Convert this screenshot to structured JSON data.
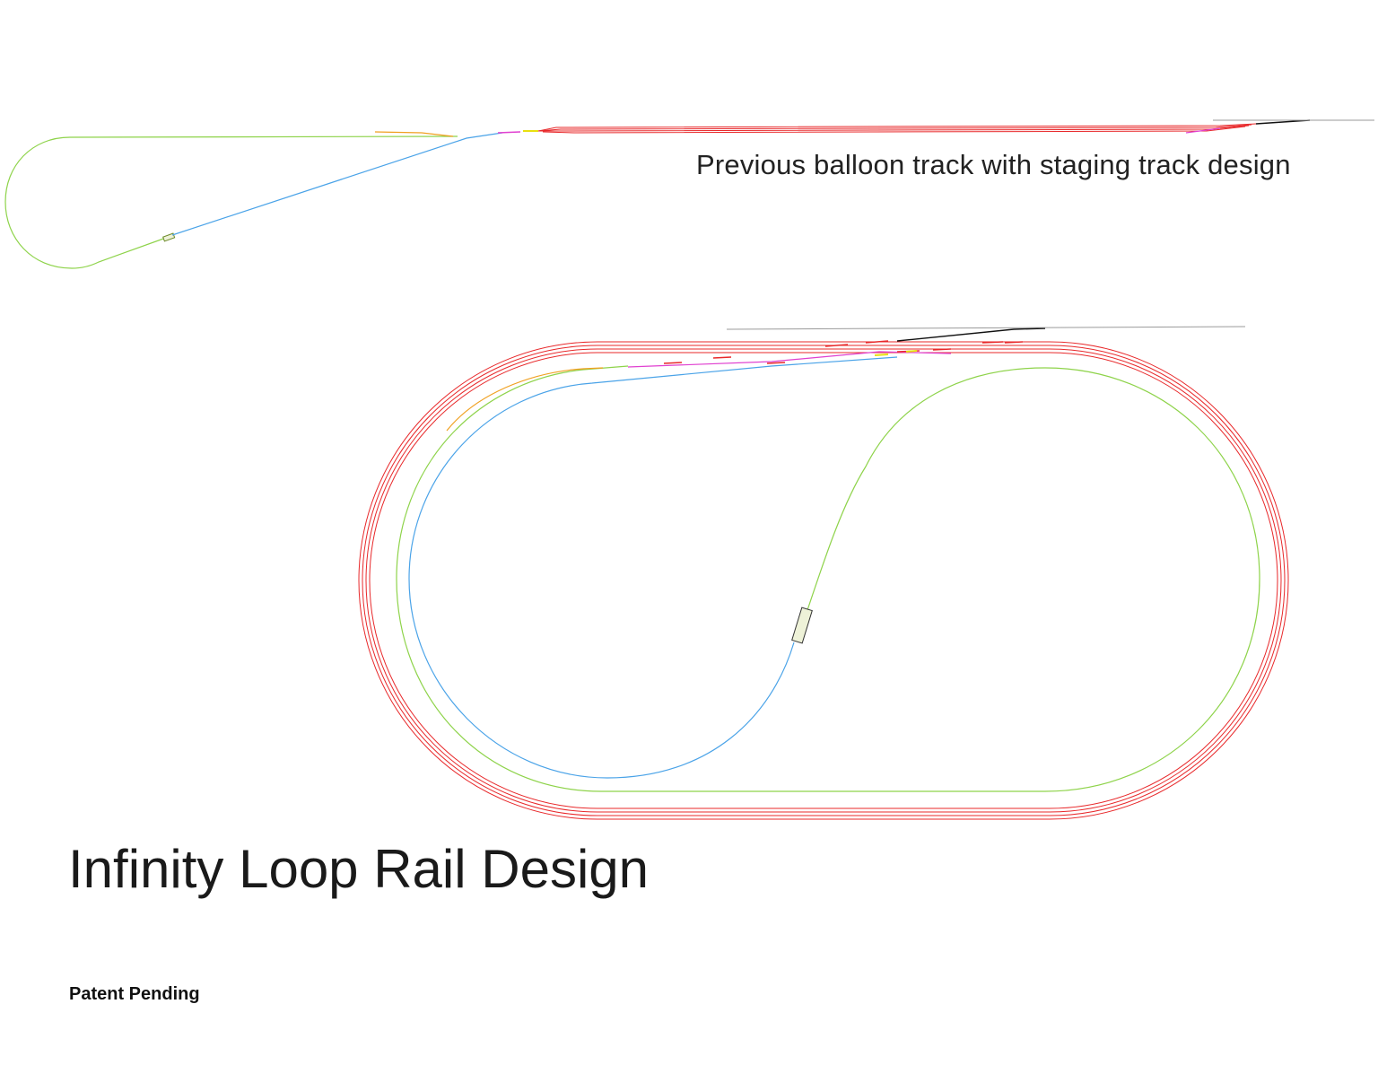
{
  "captions": {
    "previous_design": "Previous balloon track with staging track design",
    "main_title": "Infinity Loop Rail Design",
    "patent_note": "Patent Pending"
  },
  "colors": {
    "loop_track": "#8ed34a",
    "return_track": "#4aa3e8",
    "staging_tracks": "#e8282a",
    "siding_orange": "#f0a020",
    "siding_magenta": "#e040d0",
    "lead_black": "#111111",
    "lead_gray": "#9a9a9a",
    "yellow_marker": "#e8e010",
    "block_fill": "#eef2d8"
  }
}
